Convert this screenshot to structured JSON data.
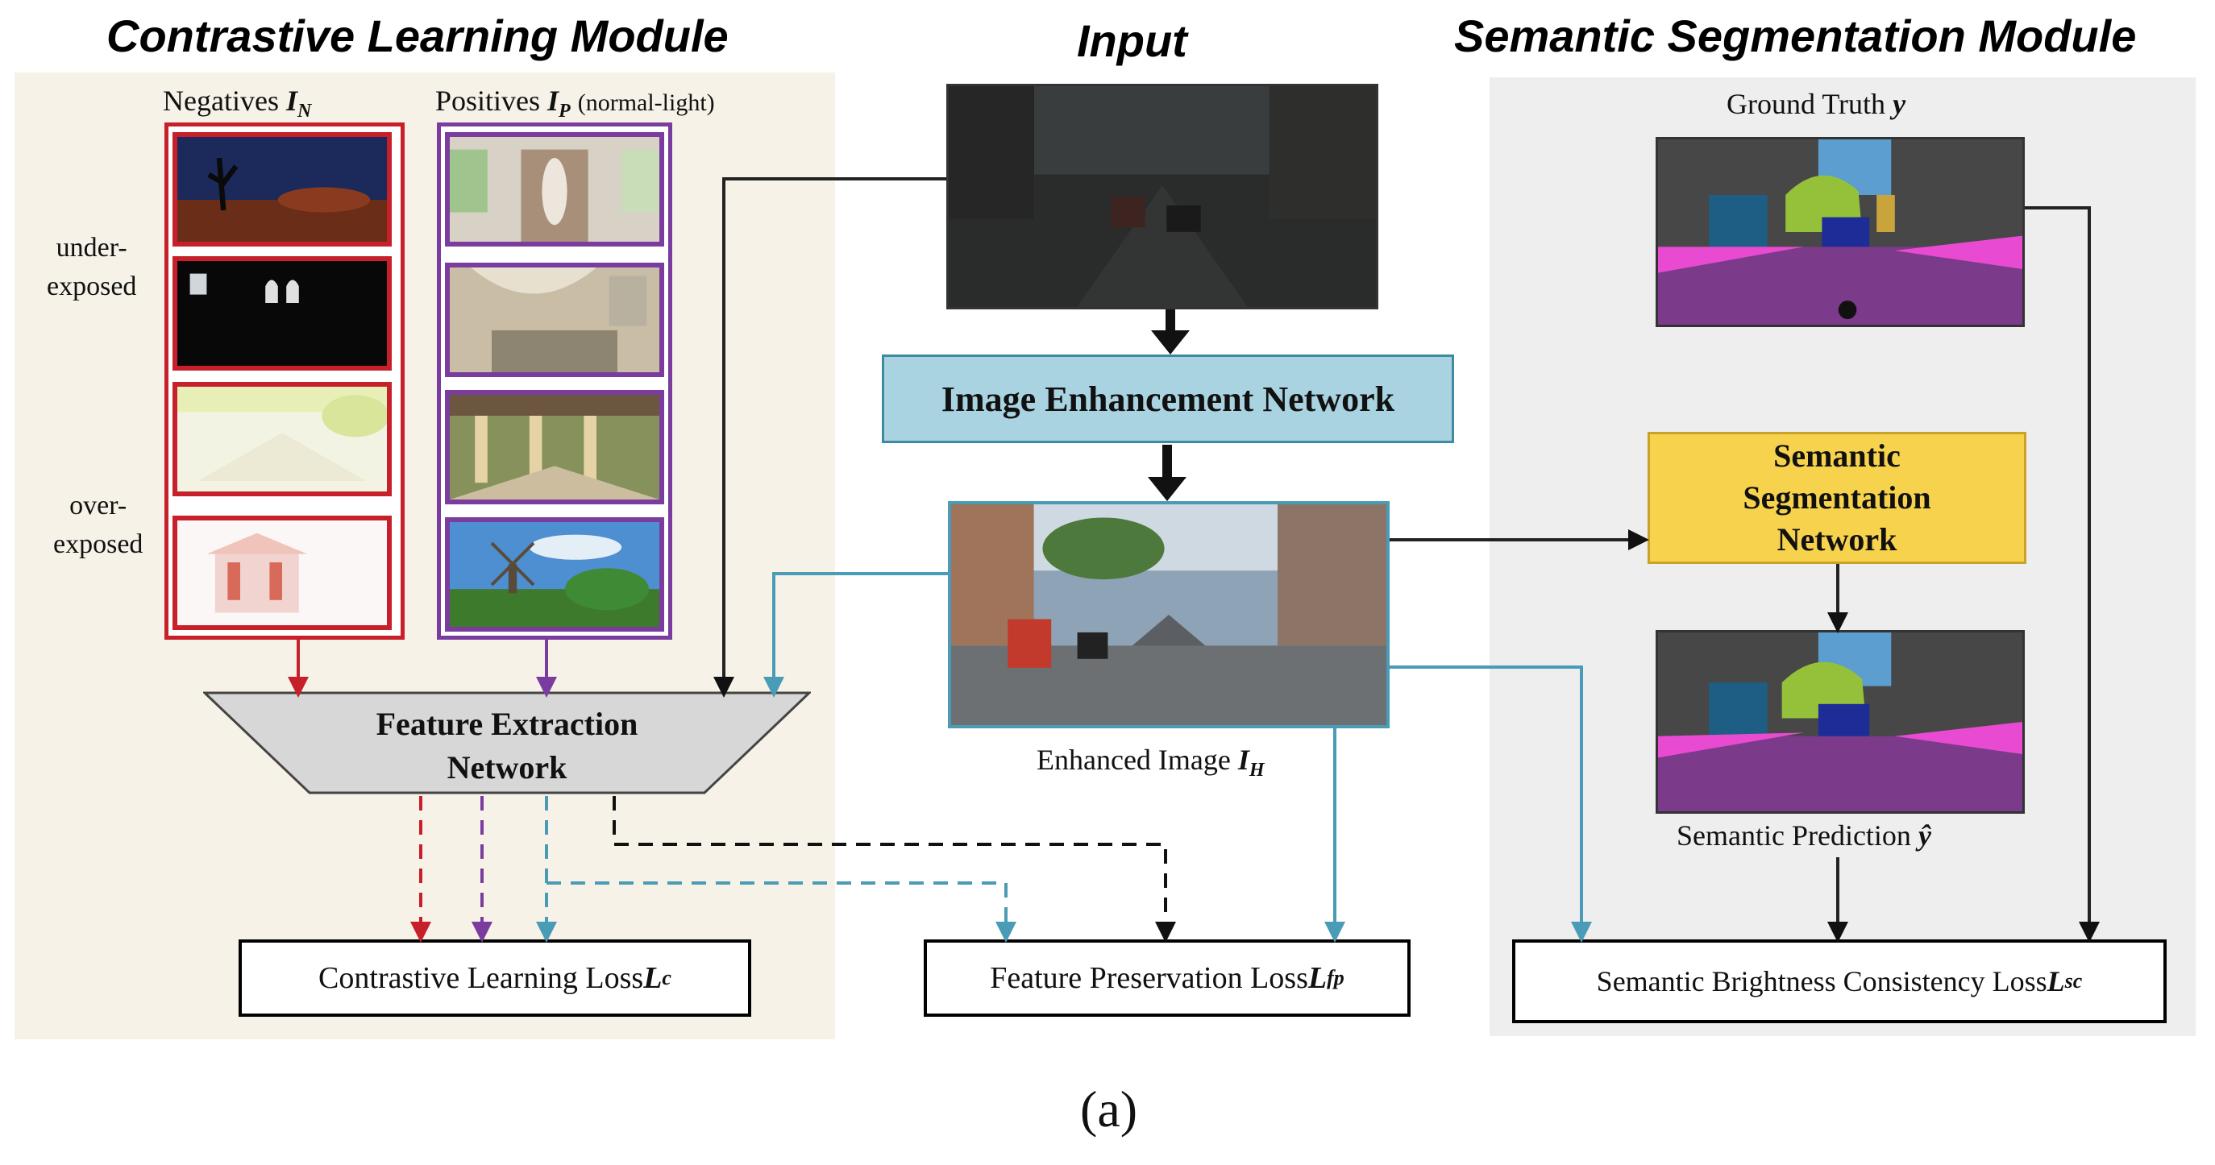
{
  "titles": {
    "left": "Contrastive Learning Module",
    "center": "Input",
    "right": "Semantic Segmentation Module"
  },
  "labels": {
    "negatives": "Negatives ",
    "negatives_sym": "I",
    "negatives_sub": "N",
    "positives": "Positives ",
    "positives_sym": "I",
    "positives_sub": "P",
    "positives_note": "(normal-light)",
    "under_exposed_1": "under-",
    "under_exposed_2": "exposed",
    "over_exposed_1": "over-",
    "over_exposed_2": "exposed",
    "enhanced_image": "Enhanced Image ",
    "enhanced_sym": "I",
    "enhanced_sub": "H",
    "ground_truth": "Ground Truth ",
    "ground_truth_sym": "y",
    "semantic_prediction": "Semantic Prediction ",
    "semantic_prediction_sym": "ŷ"
  },
  "blocks": {
    "image_enhancement": "Image Enhancement Network",
    "feature_extraction_1": "Feature Extraction",
    "feature_extraction_2": "Network",
    "seg_net_1": "Semantic",
    "seg_net_2": "Segmentation",
    "seg_net_3": "Network"
  },
  "losses": {
    "contrastive": "Contrastive Learning Loss ",
    "contrastive_sym": "L",
    "contrastive_sub": "c",
    "feature_preservation": "Feature Preservation Loss ",
    "feature_preservation_sym": "L",
    "feature_preservation_sub": "fp",
    "semantic_brightness": "Semantic Brightness Consistency Loss ",
    "semantic_brightness_sym": "L",
    "semantic_brightness_sub": "sc"
  },
  "caption": "(a)",
  "colors": {
    "negatives": "#c8202a",
    "positives": "#7a3c9e",
    "enhanced": "#4a9bb5",
    "image_enhancement_fill": "#a9d3e0",
    "seg_net_fill": "#f7d24c",
    "feature_extraction_fill": "#d7d7d7"
  }
}
